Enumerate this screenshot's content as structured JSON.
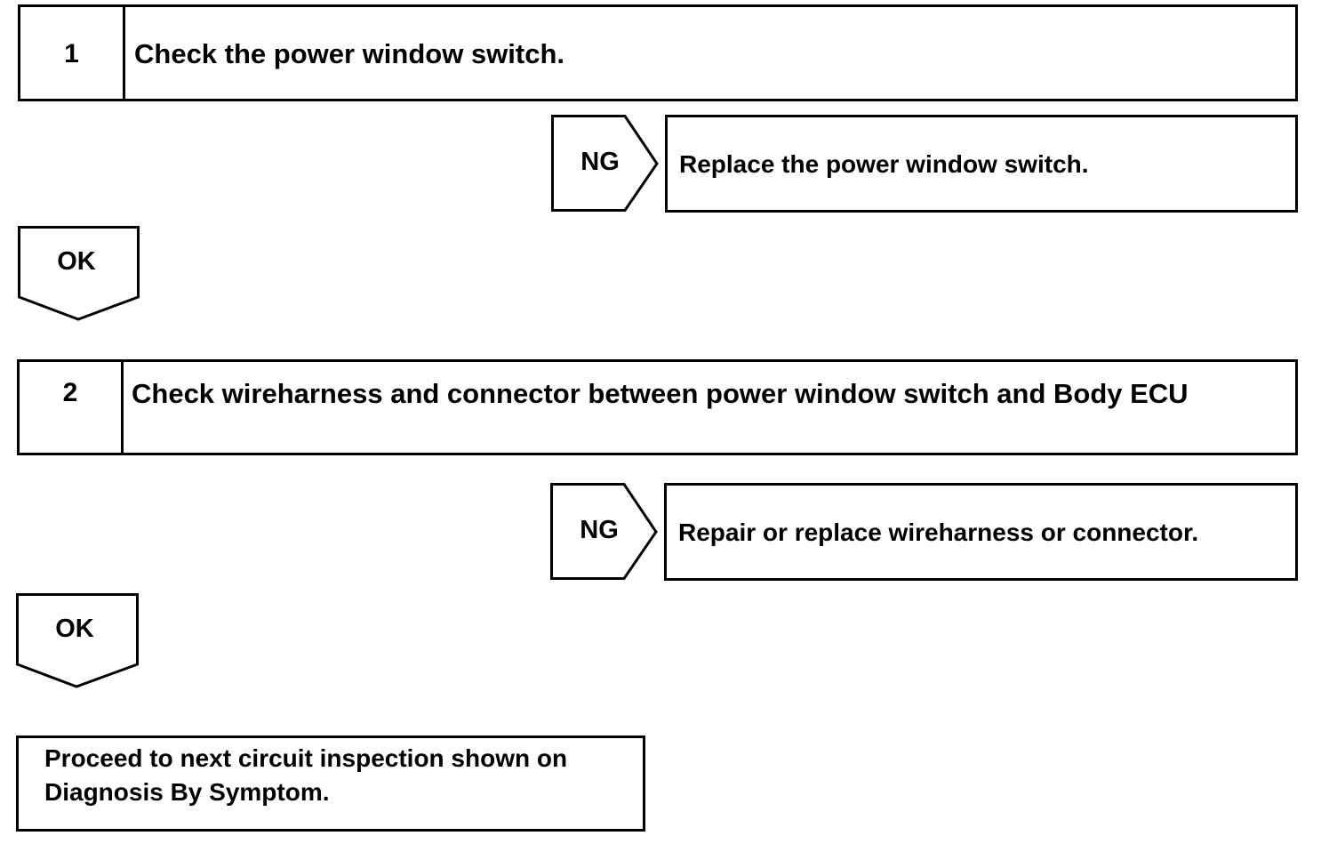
{
  "steps": [
    {
      "number": "1",
      "text": "Check the power window switch."
    },
    {
      "number": "2",
      "text": "Check wireharness and connector between power window switch and Body ECU"
    }
  ],
  "ng_branches": [
    {
      "label": "NG",
      "action": "Replace the power window switch."
    },
    {
      "label": "NG",
      "action": "Repair or replace wireharness or connector."
    }
  ],
  "ok_arrows": [
    {
      "label": "OK"
    },
    {
      "label": "OK"
    }
  ],
  "final": {
    "line1": "Proceed to next circuit inspection shown on",
    "line2": "Diagnosis By Symptom."
  }
}
